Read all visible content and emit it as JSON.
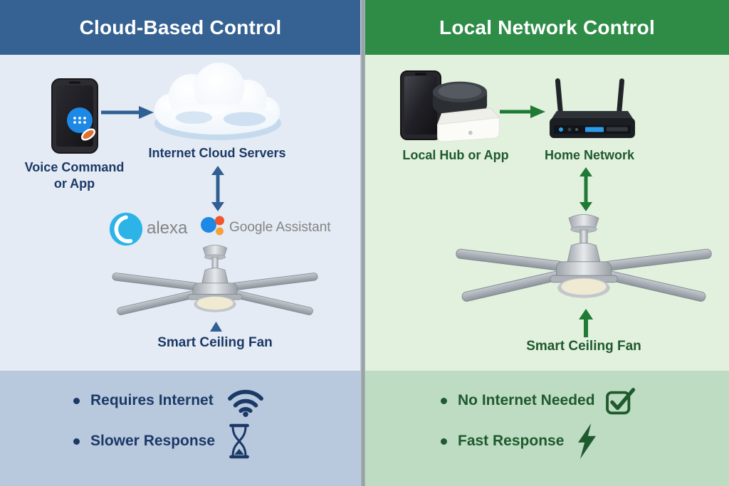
{
  "theme": {
    "left_header_bg": "#356292",
    "right_header_bg": "#2E8C47",
    "left_main_bg": "#E4EBF4",
    "right_main_bg": "#E2F0DE",
    "left_footer_bg": "#B8C9DE",
    "right_footer_bg": "#BEDCC2",
    "navy": "#1C3966",
    "green": "#1E5A2E",
    "arrow_blue": "#2F5F93",
    "arrow_green": "#1F7A35",
    "divider": "#98A0A8",
    "header_text": "#FFFFFF",
    "logo_gray": "#848484",
    "alexa_blue": "#2CB4E8",
    "google_blue": "#1E88E5"
  },
  "left": {
    "header": "Cloud-Based Control",
    "phone_label_line1": "Voice Command",
    "phone_label_line2": "or App",
    "cloud_label": "Internet Cloud Servers",
    "alexa_label": "alexa",
    "google_label": "Google Assistant",
    "fan_label": "Smart Ceiling Fan",
    "bullets": [
      {
        "text": "Requires Internet",
        "icon": "wifi-icon"
      },
      {
        "text": "Slower Response",
        "icon": "hourglass-icon"
      }
    ]
  },
  "right": {
    "header": "Local Network Control",
    "hub_label": "Local Hub or App",
    "network_label": "Home Network",
    "fan_label": "Smart Ceiling Fan",
    "bullets": [
      {
        "text": "No Internet Needed",
        "icon": "checkmark-box-icon"
      },
      {
        "text": "Fast Response",
        "icon": "lightning-bolt-icon"
      }
    ]
  }
}
